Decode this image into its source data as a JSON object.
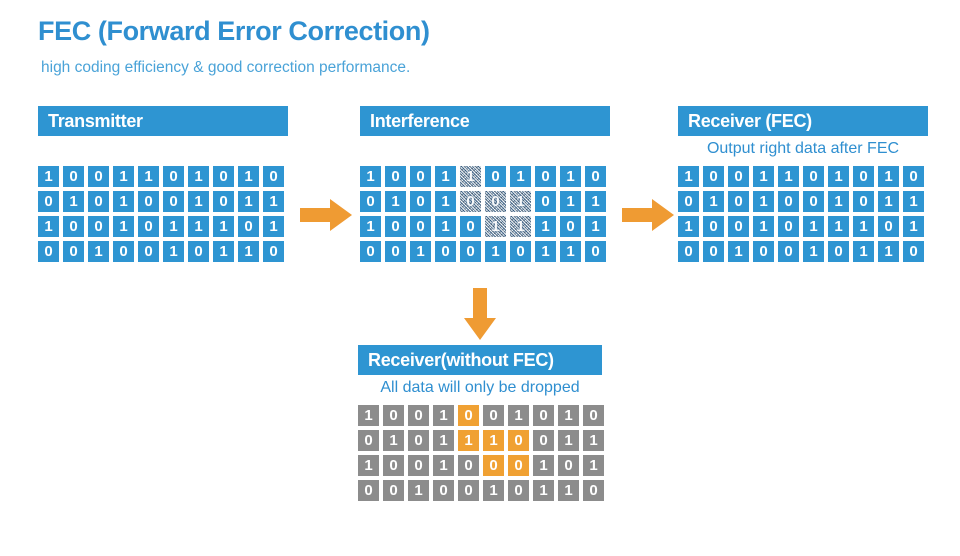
{
  "header": {
    "title": "FEC (Forward Error Correction)",
    "subtitle": "high coding efficiency & good correction performance."
  },
  "colors": {
    "blue": "#2e95d2",
    "title_blue": "#2f8fd0",
    "subtitle_blue": "#4aa3d8",
    "gray": "#8c8c8c",
    "orange": "#f0a133",
    "arrow_orange": "#ef9b33",
    "white": "#ffffff",
    "background": "#ffffff"
  },
  "panels": {
    "transmitter": {
      "title": "Transmitter",
      "note": "",
      "rows": [
        {
          "bits": [
            "1",
            "0",
            "0",
            "1",
            "1",
            "0",
            "1",
            "0",
            "1",
            "0"
          ],
          "states": [
            "normal",
            "normal",
            "normal",
            "normal",
            "normal",
            "normal",
            "normal",
            "normal",
            "normal",
            "normal"
          ]
        },
        {
          "bits": [
            "0",
            "1",
            "0",
            "1",
            "0",
            "0",
            "1",
            "0",
            "1",
            "1"
          ],
          "states": [
            "normal",
            "normal",
            "normal",
            "normal",
            "normal",
            "normal",
            "normal",
            "normal",
            "normal",
            "normal"
          ]
        },
        {
          "bits": [
            "1",
            "0",
            "0",
            "1",
            "0",
            "1",
            "1",
            "1",
            "0",
            "1"
          ],
          "states": [
            "normal",
            "normal",
            "normal",
            "normal",
            "normal",
            "normal",
            "normal",
            "normal",
            "normal",
            "normal"
          ]
        },
        {
          "bits": [
            "0",
            "0",
            "1",
            "0",
            "0",
            "1",
            "0",
            "1",
            "1",
            "0"
          ],
          "states": [
            "normal",
            "normal",
            "normal",
            "normal",
            "normal",
            "normal",
            "normal",
            "normal",
            "normal",
            "normal"
          ]
        }
      ]
    },
    "interference": {
      "title": "Interference",
      "note": "",
      "rows": [
        {
          "bits": [
            "1",
            "0",
            "0",
            "1",
            "1",
            "0",
            "1",
            "0",
            "1",
            "0"
          ],
          "states": [
            "normal",
            "normal",
            "normal",
            "normal",
            "noise",
            "normal",
            "normal",
            "normal",
            "normal",
            "normal"
          ]
        },
        {
          "bits": [
            "0",
            "1",
            "0",
            "1",
            "0",
            "0",
            "1",
            "0",
            "1",
            "1"
          ],
          "states": [
            "normal",
            "normal",
            "normal",
            "normal",
            "noise",
            "noise",
            "noise",
            "normal",
            "normal",
            "normal"
          ]
        },
        {
          "bits": [
            "1",
            "0",
            "0",
            "1",
            "0",
            "1",
            "1",
            "1",
            "0",
            "1"
          ],
          "states": [
            "normal",
            "normal",
            "normal",
            "normal",
            "normal",
            "noise",
            "noise",
            "normal",
            "normal",
            "normal"
          ]
        },
        {
          "bits": [
            "0",
            "0",
            "1",
            "0",
            "0",
            "1",
            "0",
            "1",
            "1",
            "0"
          ],
          "states": [
            "normal",
            "normal",
            "normal",
            "normal",
            "normal",
            "normal",
            "normal",
            "normal",
            "normal",
            "normal"
          ]
        }
      ]
    },
    "receiver_fec": {
      "title": "Receiver (FEC)",
      "note": "Output right data after FEC",
      "rows": [
        {
          "bits": [
            "1",
            "0",
            "0",
            "1",
            "1",
            "0",
            "1",
            "0",
            "1",
            "0"
          ],
          "states": [
            "normal",
            "normal",
            "normal",
            "normal",
            "normal",
            "normal",
            "normal",
            "normal",
            "normal",
            "normal"
          ]
        },
        {
          "bits": [
            "0",
            "1",
            "0",
            "1",
            "0",
            "0",
            "1",
            "0",
            "1",
            "1"
          ],
          "states": [
            "normal",
            "normal",
            "normal",
            "normal",
            "normal",
            "normal",
            "normal",
            "normal",
            "normal",
            "normal"
          ]
        },
        {
          "bits": [
            "1",
            "0",
            "0",
            "1",
            "0",
            "1",
            "1",
            "1",
            "0",
            "1"
          ],
          "states": [
            "normal",
            "normal",
            "normal",
            "normal",
            "normal",
            "normal",
            "normal",
            "normal",
            "normal",
            "normal"
          ]
        },
        {
          "bits": [
            "0",
            "0",
            "1",
            "0",
            "0",
            "1",
            "0",
            "1",
            "1",
            "0"
          ],
          "states": [
            "normal",
            "normal",
            "normal",
            "normal",
            "normal",
            "normal",
            "normal",
            "normal",
            "normal",
            "normal"
          ]
        }
      ]
    },
    "receiver_no_fec": {
      "title": "Receiver(without FEC)",
      "note": "All data will only be dropped",
      "rows": [
        {
          "bits": [
            "1",
            "0",
            "0",
            "1",
            "0",
            "0",
            "1",
            "0",
            "1",
            "0"
          ],
          "states": [
            "gray",
            "gray",
            "gray",
            "gray",
            "orange",
            "gray",
            "gray",
            "gray",
            "gray",
            "gray"
          ]
        },
        {
          "bits": [
            "0",
            "1",
            "0",
            "1",
            "1",
            "1",
            "0",
            "0",
            "1",
            "1"
          ],
          "states": [
            "gray",
            "gray",
            "gray",
            "gray",
            "orange",
            "orange",
            "orange",
            "gray",
            "gray",
            "gray"
          ]
        },
        {
          "bits": [
            "1",
            "0",
            "0",
            "1",
            "0",
            "0",
            "0",
            "1",
            "0",
            "1"
          ],
          "states": [
            "gray",
            "gray",
            "gray",
            "gray",
            "gray",
            "orange",
            "orange",
            "gray",
            "gray",
            "gray"
          ]
        },
        {
          "bits": [
            "0",
            "0",
            "1",
            "0",
            "0",
            "1",
            "0",
            "1",
            "1",
            "0"
          ],
          "states": [
            "gray",
            "gray",
            "gray",
            "gray",
            "gray",
            "gray",
            "gray",
            "gray",
            "gray",
            "gray"
          ]
        }
      ]
    }
  },
  "arrows": [
    {
      "name": "arrow-transmitter-to-interference",
      "direction": "right"
    },
    {
      "name": "arrow-interference-to-receiver-fec",
      "direction": "right"
    },
    {
      "name": "arrow-interference-to-receiver-no-fec",
      "direction": "down"
    }
  ]
}
